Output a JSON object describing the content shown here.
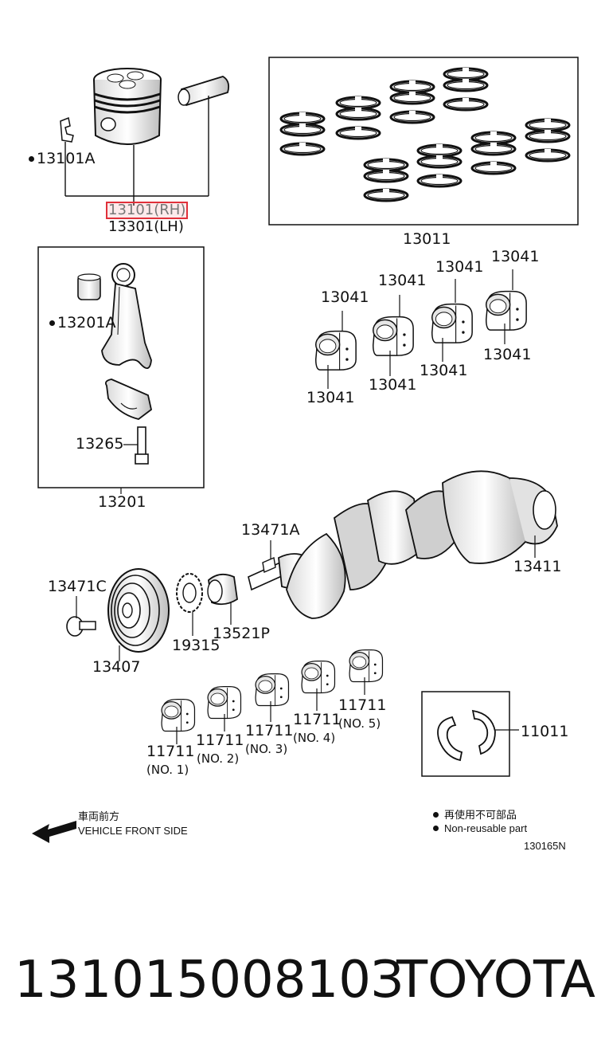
{
  "labels": {
    "p13101A": "13101A",
    "p13101RH": "13101(RH)",
    "p13301LH": "13301(LH)",
    "p13011": "13011",
    "p13201A": "13201A",
    "p13265": "13265",
    "p13201": "13201",
    "b1": "13041",
    "b2": "13041",
    "b3": "13041",
    "b4": "13041",
    "b5": "13041",
    "b6": "13041",
    "b7": "13041",
    "b8": "13041",
    "p13471A": "13471A",
    "p13411": "13411",
    "p13471C": "13471C",
    "p13407": "13407",
    "p19315": "19315",
    "p13521P": "13521P",
    "m1": "11711",
    "m1n": "(NO. 1)",
    "m2": "11711",
    "m2n": "(NO. 2)",
    "m3": "11711",
    "m3n": "(NO. 3)",
    "m4": "11711",
    "m4n": "(NO. 4)",
    "m5": "11711",
    "m5n": "(NO. 5)",
    "p11011": "11011"
  },
  "notes": {
    "front_jp": "車両前方",
    "front_en": "VEHICLE FRONT SIDE",
    "nonreuse_jp": "再使用不可部品",
    "nonreuse_en": "Non-reusable part",
    "figure_code": "130165N"
  },
  "footer": {
    "part_number": "13101500810З",
    "brand": "TOYOTA"
  },
  "colors": {
    "highlight": "#e0303a",
    "line": "#111111"
  }
}
